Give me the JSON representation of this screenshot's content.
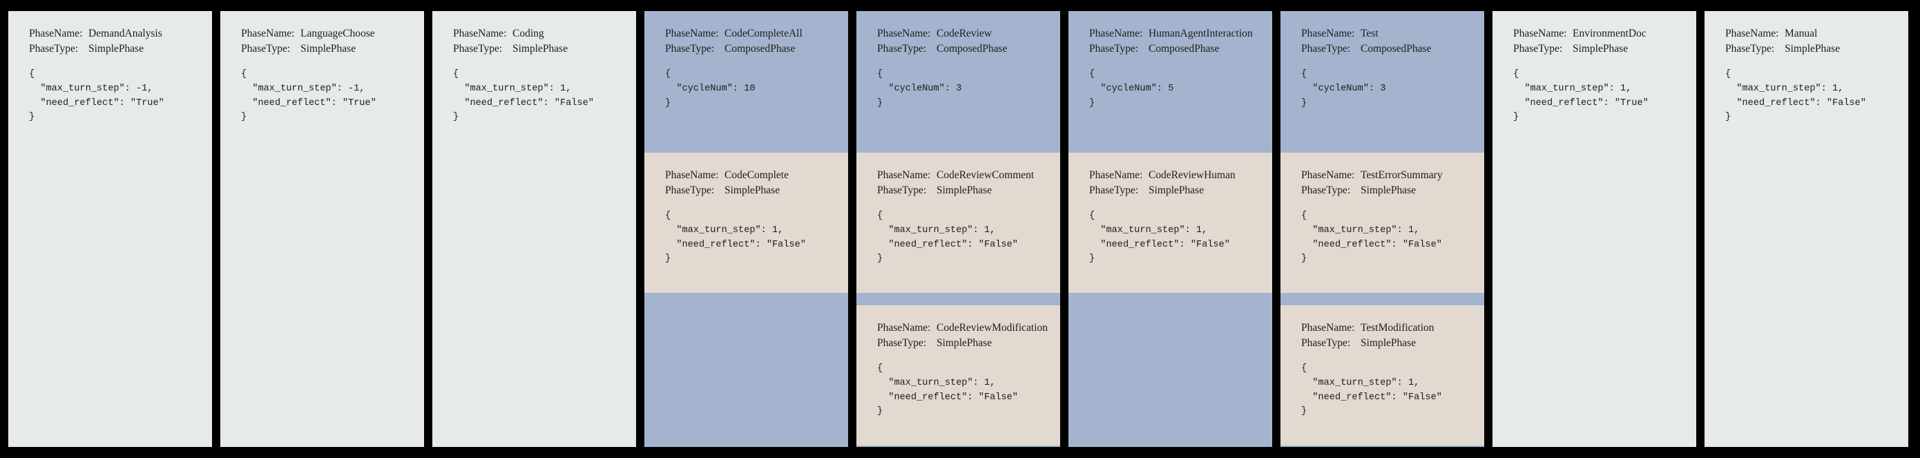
{
  "meta": {
    "background_color": "#000000",
    "simple_phase_color": "#e7eaea",
    "composed_phase_color": "#a4b4ce",
    "sub_phase_color": "#e2d9d0",
    "label_phase_name": "PhaseName:",
    "label_phase_type": "PhaseType:",
    "type_simple": "SimplePhase",
    "type_composed": "ComposedPhase"
  },
  "panels": [
    {
      "id": "demand-analysis",
      "kind": "simple",
      "header": {
        "name_label": "PhaseName:",
        "name_value": "DemandAnalysis",
        "type_label": "PhaseType:",
        "type_value": "SimplePhase"
      },
      "config": "{\n  \"max_turn_step\": -1,\n  \"need_reflect\": \"True\"\n}",
      "config_fields": {
        "max_turn_step": "-1",
        "need_reflect": "\"True\""
      },
      "children": []
    },
    {
      "id": "language-choose",
      "kind": "simple",
      "header": {
        "name_label": "PhaseName:",
        "name_value": "LanguageChoose",
        "type_label": "PhaseType:",
        "type_value": "SimplePhase"
      },
      "config": "{\n  \"max_turn_step\": -1,\n  \"need_reflect\": \"True\"\n}",
      "config_fields": {
        "max_turn_step": "-1",
        "need_reflect": "\"True\""
      },
      "children": []
    },
    {
      "id": "coding",
      "kind": "simple",
      "header": {
        "name_label": "PhaseName:",
        "name_value": "Coding",
        "type_label": "PhaseType:",
        "type_value": "SimplePhase"
      },
      "config": "{\n  \"max_turn_step\": 1,\n  \"need_reflect\": \"False\"\n}",
      "config_fields": {
        "max_turn_step": "1",
        "need_reflect": "\"False\""
      },
      "children": []
    },
    {
      "id": "code-complete-all",
      "kind": "composed",
      "header": {
        "name_label": "PhaseName:",
        "name_value": "CodeCompleteAll",
        "type_label": "PhaseType:",
        "type_value": "ComposedPhase"
      },
      "config": "{\n  \"cycleNum\": 10\n}",
      "config_fields": {
        "cycleNum": "10"
      },
      "children": [
        {
          "id": "code-complete",
          "header": {
            "name_label": "PhaseName:",
            "name_value": "CodeComplete",
            "type_label": "PhaseType:",
            "type_value": "SimplePhase"
          },
          "config": "{\n  \"max_turn_step\": 1,\n  \"need_reflect\": \"False\"\n}",
          "config_fields": {
            "max_turn_step": "1",
            "need_reflect": "\"False\""
          }
        }
      ]
    },
    {
      "id": "code-review",
      "kind": "composed",
      "header": {
        "name_label": "PhaseName:",
        "name_value": "CodeReview",
        "type_label": "PhaseType:",
        "type_value": "ComposedPhase"
      },
      "config": "{\n  \"cycleNum\": 3\n}",
      "config_fields": {
        "cycleNum": "3"
      },
      "children": [
        {
          "id": "code-review-comment",
          "header": {
            "name_label": "PhaseName:",
            "name_value": "CodeReviewComment",
            "type_label": "PhaseType:",
            "type_value": "SimplePhase"
          },
          "config": "{\n  \"max_turn_step\": 1,\n  \"need_reflect\": \"False\"\n}",
          "config_fields": {
            "max_turn_step": "1",
            "need_reflect": "\"False\""
          }
        },
        {
          "id": "code-review-modification",
          "header": {
            "name_label": "PhaseName:",
            "name_value": "CodeReviewModification",
            "type_label": "PhaseType:",
            "type_value": "SimplePhase"
          },
          "config": "{\n  \"max_turn_step\": 1,\n  \"need_reflect\": \"False\"\n}",
          "config_fields": {
            "max_turn_step": "1",
            "need_reflect": "\"False\""
          }
        }
      ]
    },
    {
      "id": "human-agent-interaction",
      "kind": "composed",
      "header": {
        "name_label": "PhaseName:",
        "name_value": "HumanAgentInteraction",
        "type_label": "PhaseType:",
        "type_value": "ComposedPhase"
      },
      "config": "{\n  \"cycleNum\": 5\n}",
      "config_fields": {
        "cycleNum": "5"
      },
      "children": [
        {
          "id": "code-review-human",
          "header": {
            "name_label": "PhaseName:",
            "name_value": "CodeReviewHuman",
            "type_label": "PhaseType:",
            "type_value": "SimplePhase"
          },
          "config": "{\n  \"max_turn_step\": 1,\n  \"need_reflect\": \"False\"\n}",
          "config_fields": {
            "max_turn_step": "1",
            "need_reflect": "\"False\""
          }
        }
      ]
    },
    {
      "id": "test",
      "kind": "composed",
      "header": {
        "name_label": "PhaseName:",
        "name_value": "Test",
        "type_label": "PhaseType:",
        "type_value": "ComposedPhase"
      },
      "config": "{\n  \"cycleNum\": 3\n}",
      "config_fields": {
        "cycleNum": "3"
      },
      "children": [
        {
          "id": "test-error-summary",
          "header": {
            "name_label": "PhaseName:",
            "name_value": "TestErrorSummary",
            "type_label": "PhaseType:",
            "type_value": "SimplePhase"
          },
          "config": "{\n  \"max_turn_step\": 1,\n  \"need_reflect\": \"False\"\n}",
          "config_fields": {
            "max_turn_step": "1",
            "need_reflect": "\"False\""
          }
        },
        {
          "id": "test-modification",
          "header": {
            "name_label": "PhaseName:",
            "name_value": "TestModification",
            "type_label": "PhaseType:",
            "type_value": "SimplePhase"
          },
          "config": "{\n  \"max_turn_step\": 1,\n  \"need_reflect\": \"False\"\n}",
          "config_fields": {
            "max_turn_step": "1",
            "need_reflect": "\"False\""
          }
        }
      ]
    },
    {
      "id": "environment-doc",
      "kind": "simple",
      "header": {
        "name_label": "PhaseName:",
        "name_value": "EnvironmentDoc",
        "type_label": "PhaseType:",
        "type_value": "SimplePhase"
      },
      "config": "{\n  \"max_turn_step\": 1,\n  \"need_reflect\": \"True\"\n}",
      "config_fields": {
        "max_turn_step": "1",
        "need_reflect": "\"True\""
      },
      "children": []
    },
    {
      "id": "manual",
      "kind": "simple",
      "header": {
        "name_label": "PhaseName:",
        "name_value": "Manual",
        "type_label": "PhaseType:",
        "type_value": "SimplePhase"
      },
      "config": "{\n  \"max_turn_step\": 1,\n  \"need_reflect\": \"False\"\n}",
      "config_fields": {
        "max_turn_step": "1",
        "need_reflect": "\"False\""
      },
      "children": []
    }
  ],
  "layout": {
    "panel_widths": [
      172,
      172,
      172,
      172,
      172,
      172,
      172,
      172,
      172
    ],
    "gutter_width": 8,
    "composed_header_height": 205,
    "sub_section_height": 203,
    "sub_gap_height": 18
  }
}
